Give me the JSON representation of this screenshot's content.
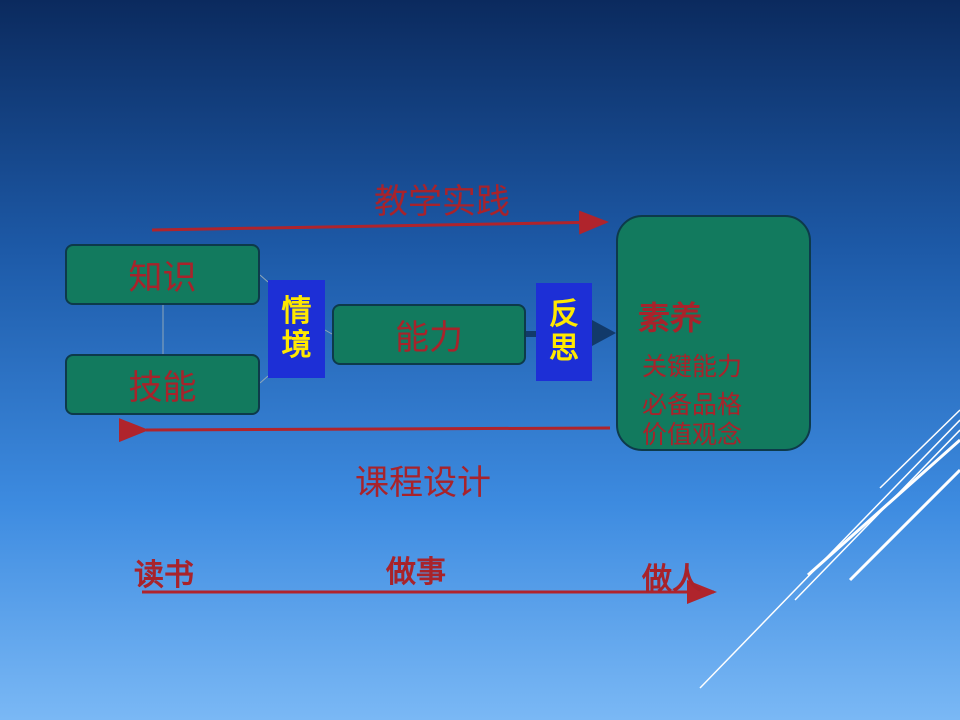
{
  "diagram": {
    "top_arrow_label": "教学实践",
    "bottom_arrow_label": "课程设计",
    "knowledge": "知识",
    "skill": "技能",
    "situation": [
      "情",
      "境"
    ],
    "ability": "能力",
    "reflection": [
      "反",
      "思"
    ],
    "literacy": {
      "title": "素养",
      "items": [
        "关键能力",
        "必备品格",
        "价值观念"
      ]
    }
  },
  "timeline": {
    "start": "读书",
    "middle": "做事",
    "end": "做人"
  },
  "colors": {
    "accent_red": "#a8232b",
    "box_green": "#127a5e",
    "label_blue": "#1d2fd6",
    "label_yellow": "#ffe900"
  }
}
